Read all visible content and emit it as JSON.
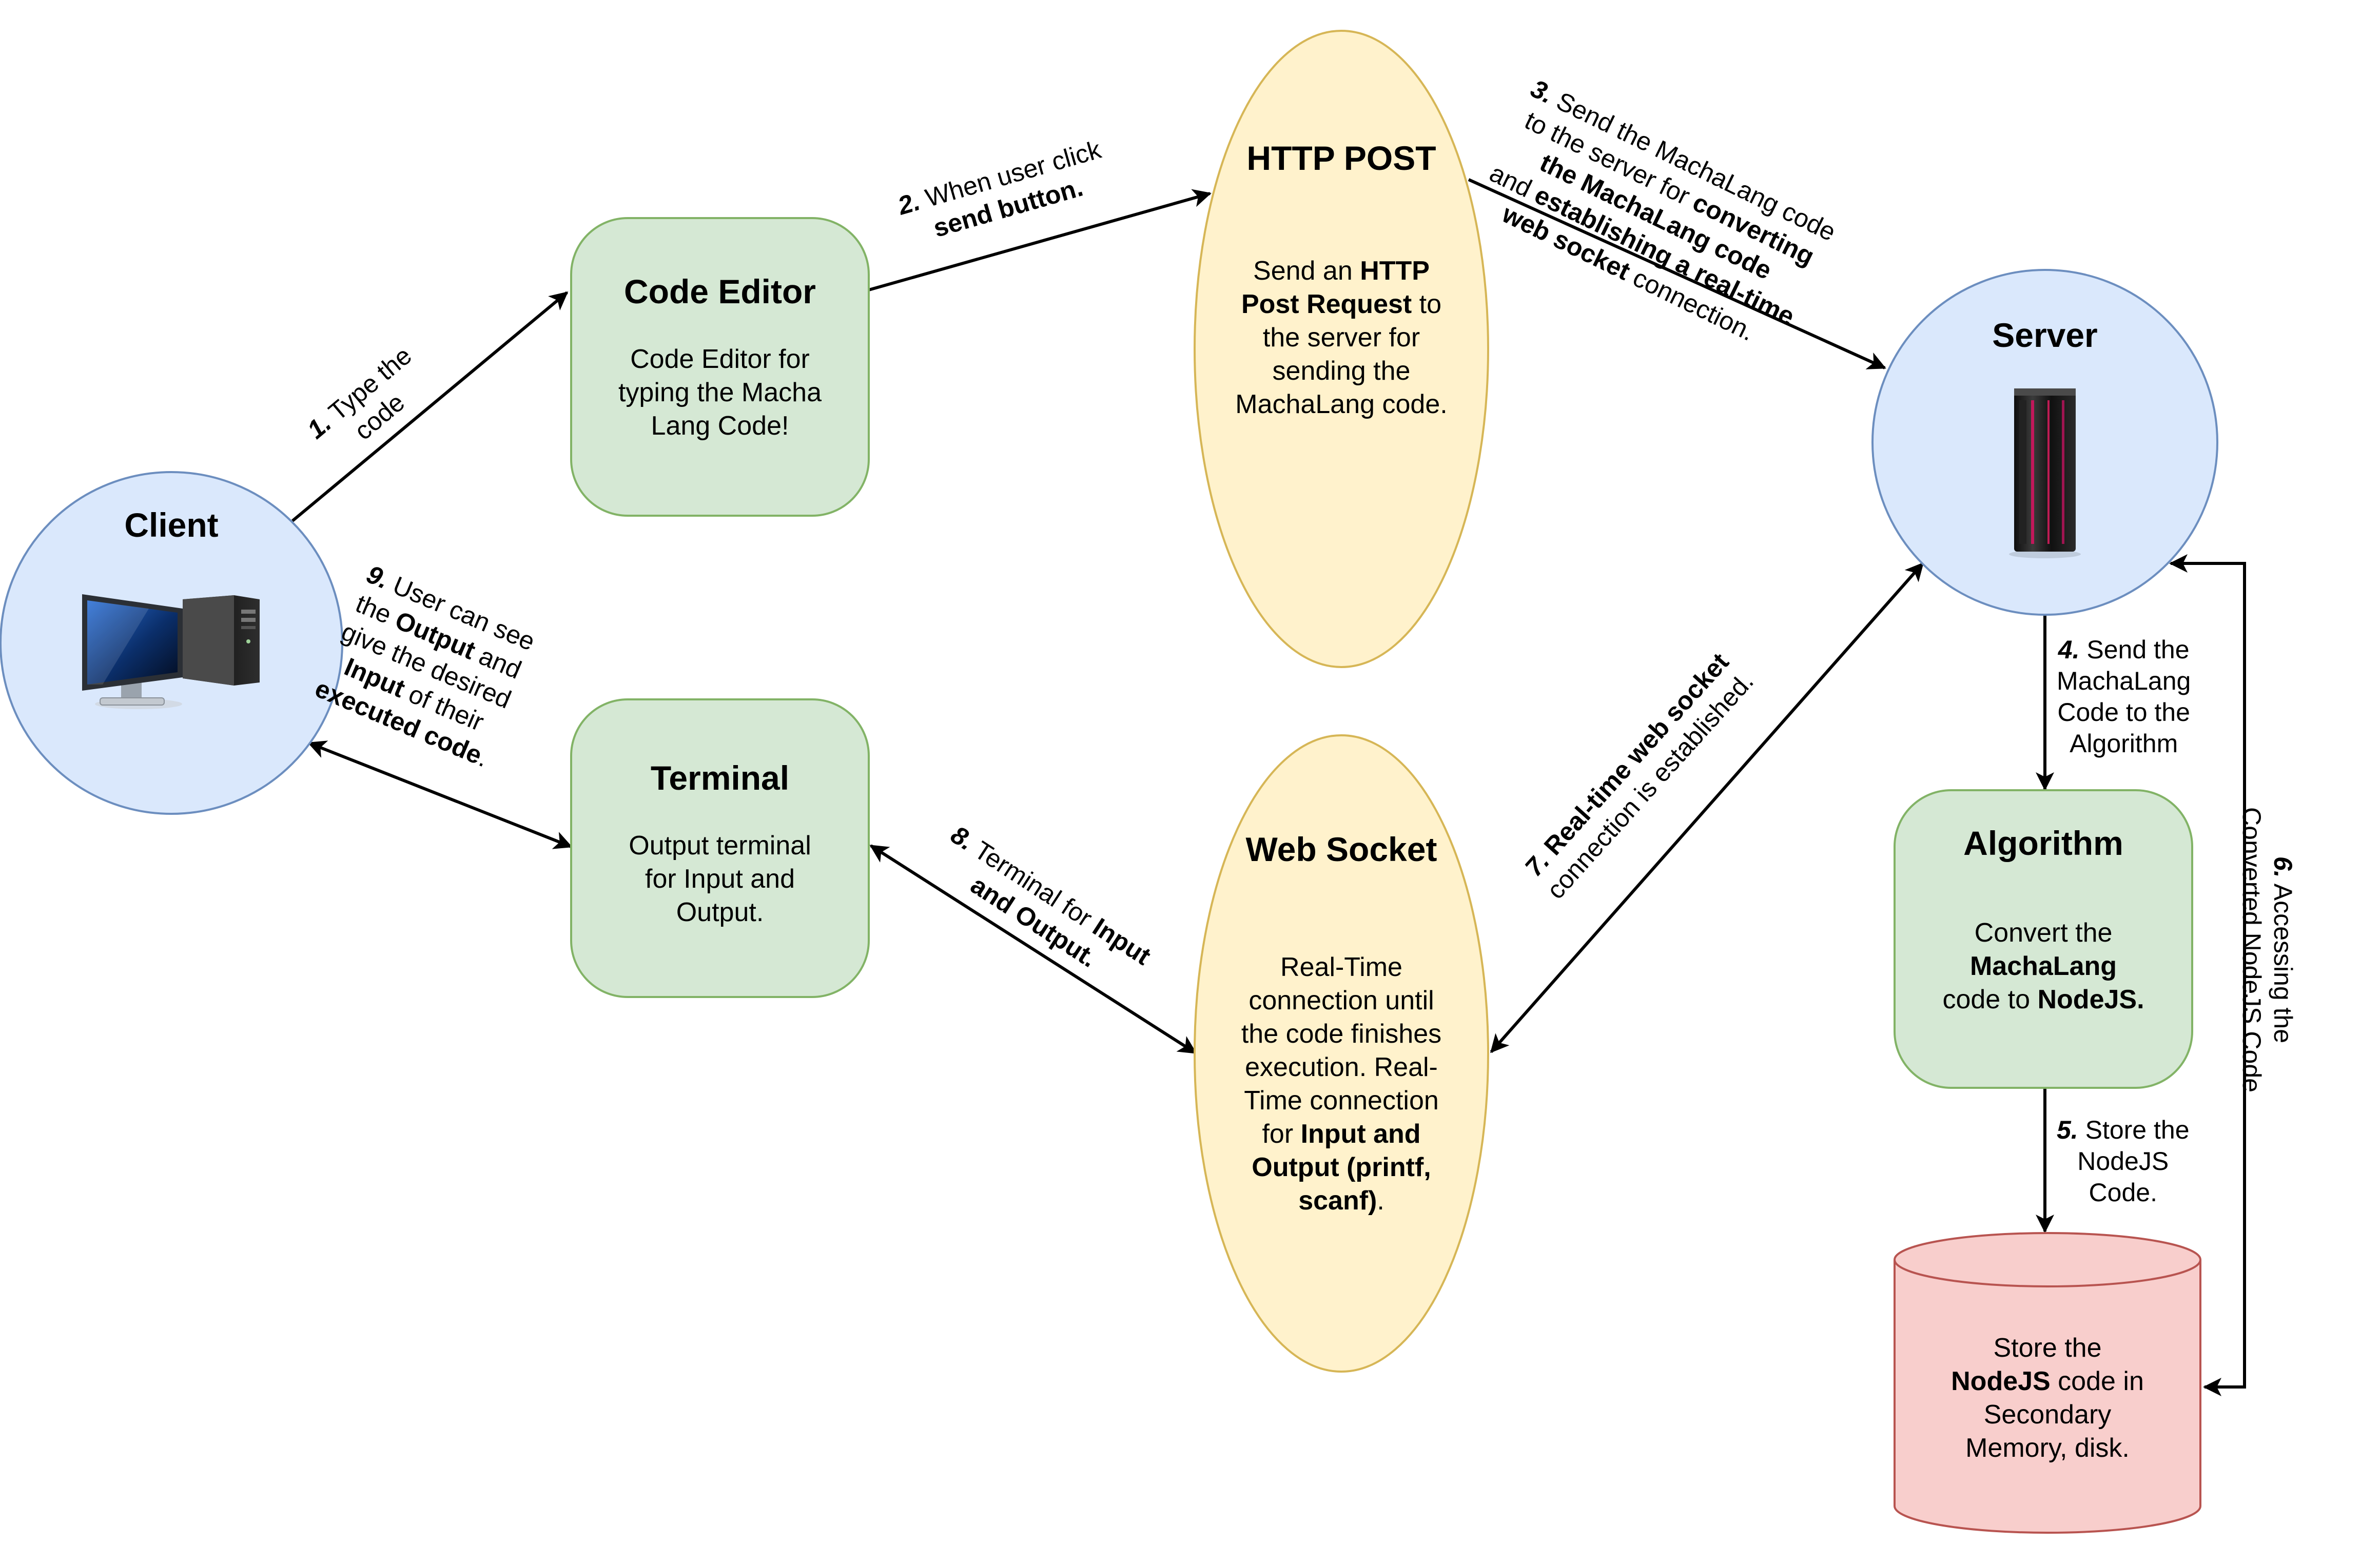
{
  "colors": {
    "client_fill": "#dae8fc",
    "client_stroke": "#6c8ebf",
    "green_fill": "#d5e8d4",
    "green_stroke": "#82b366",
    "yellow_fill": "#fff2cc",
    "yellow_stroke": "#d6b656",
    "red_fill": "#f8cecc",
    "red_stroke": "#b85450",
    "arrow": "#000000"
  },
  "nodes": {
    "client": {
      "title": "Client",
      "icon": "desktop-computer-icon"
    },
    "code_editor": {
      "title": "Code Editor",
      "body": [
        "Code Editor for",
        "typing the Macha",
        "Lang Code!"
      ]
    },
    "terminal": {
      "title": "Terminal",
      "body": [
        "Output terminal",
        "for Input and",
        "Output."
      ]
    },
    "http_post": {
      "title": "HTTP POST",
      "body": [
        [
          {
            "t": "Send an "
          },
          {
            "t": "HTTP",
            "b": true
          }
        ],
        [
          {
            "t": "Post Request",
            "b": true
          },
          {
            "t": " to"
          }
        ],
        [
          {
            "t": "the server for"
          }
        ],
        [
          {
            "t": "sending the"
          }
        ],
        [
          {
            "t": "MachaLang code."
          }
        ]
      ]
    },
    "web_socket": {
      "title": "Web Socket",
      "body": [
        [
          {
            "t": "Real-Time"
          }
        ],
        [
          {
            "t": "connection until"
          }
        ],
        [
          {
            "t": "the code finishes"
          }
        ],
        [
          {
            "t": "execution. Real-"
          }
        ],
        [
          {
            "t": "Time connection"
          }
        ],
        [
          {
            "t": "for "
          },
          {
            "t": "Input and",
            "b": true
          }
        ],
        [
          {
            "t": "Output (printf,",
            "b": true
          }
        ],
        [
          {
            "t": "scanf)",
            "b": true
          },
          {
            "t": "."
          }
        ]
      ]
    },
    "server": {
      "title": "Server",
      "icon": "server-rack-icon"
    },
    "algorithm": {
      "title": "Algorithm",
      "body": [
        [
          {
            "t": "Convert the"
          }
        ],
        [
          {
            "t": "MachaLang",
            "b": true
          }
        ],
        [
          {
            "t": "code to "
          },
          {
            "t": "NodeJS.",
            "b": true
          }
        ]
      ]
    },
    "storage": {
      "body": [
        [
          {
            "t": "Store the"
          }
        ],
        [
          {
            "t": "NodeJS",
            "b": true
          },
          {
            "t": " code in"
          }
        ],
        [
          {
            "t": "Secondary"
          }
        ],
        [
          {
            "t": "Memory, disk."
          }
        ]
      ]
    }
  },
  "edge_labels": {
    "step1": [
      [
        {
          "t": "1.",
          "b": true,
          "i": true
        },
        {
          "t": " Type the"
        }
      ],
      [
        {
          "t": "code"
        }
      ]
    ],
    "step2": [
      [
        {
          "t": "2.",
          "b": true,
          "i": true
        },
        {
          "t": " When user click"
        }
      ],
      [
        {
          "t": "send button.",
          "b": true
        }
      ]
    ],
    "step3": [
      [
        {
          "t": "3.",
          "b": true,
          "i": true
        },
        {
          "t": " Send the MachaLang code"
        }
      ],
      [
        {
          "t": "to the server for "
        },
        {
          "t": "converting",
          "b": true
        }
      ],
      [
        {
          "t": "the MachaLang code",
          "b": true
        }
      ],
      [
        {
          "t": "and "
        },
        {
          "t": "establishing a real-time",
          "b": true
        }
      ],
      [
        {
          "t": "web socket",
          "b": true
        },
        {
          "t": " connection."
        }
      ]
    ],
    "step4": [
      [
        {
          "t": "4.",
          "b": true,
          "i": true
        },
        {
          "t": " Send the"
        }
      ],
      [
        {
          "t": "MachaLang"
        }
      ],
      [
        {
          "t": "Code to the"
        }
      ],
      [
        {
          "t": "Algorithm"
        }
      ]
    ],
    "step5": [
      [
        {
          "t": "5.",
          "b": true,
          "i": true
        },
        {
          "t": " Store the"
        }
      ],
      [
        {
          "t": "NodeJS"
        }
      ],
      [
        {
          "t": "Code."
        }
      ]
    ],
    "step6": [
      [
        {
          "t": "6.",
          "b": true,
          "i": true
        },
        {
          "t": " Accessing the"
        }
      ],
      [
        {
          "t": "Converted NodeJS Code"
        }
      ]
    ],
    "step7": [
      [
        {
          "t": "7.",
          "b": true,
          "i": true
        },
        {
          "t": " "
        },
        {
          "t": "Real-time web socket",
          "b": true
        }
      ],
      [
        {
          "t": "connection is established."
        }
      ]
    ],
    "step8": [
      [
        {
          "t": "8.",
          "b": true,
          "i": true
        },
        {
          "t": " Terminal for "
        },
        {
          "t": "Input",
          "b": true
        }
      ],
      [
        {
          "t": "and Output.",
          "b": true
        }
      ]
    ],
    "step9": [
      [
        {
          "t": "9.",
          "b": true,
          "i": true
        },
        {
          "t": " User can see"
        }
      ],
      [
        {
          "t": "the "
        },
        {
          "t": "Output",
          "b": true
        },
        {
          "t": " and"
        }
      ],
      [
        {
          "t": "give the desired"
        }
      ],
      [
        {
          "t": "Input",
          "b": true
        },
        {
          "t": " of their"
        }
      ],
      [
        {
          "t": "executed code",
          "b": true
        },
        {
          "t": "."
        }
      ]
    ]
  }
}
